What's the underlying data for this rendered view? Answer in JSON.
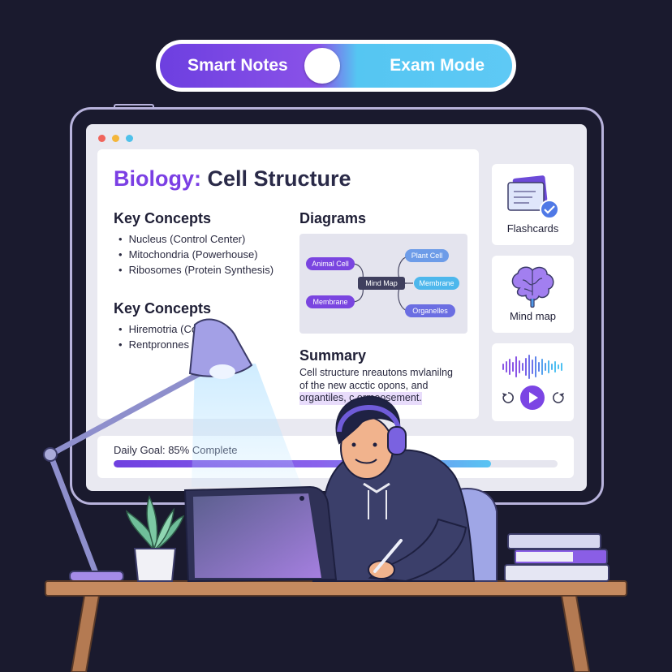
{
  "toggle": {
    "left_label": "Smart Notes",
    "right_label": "Exam Mode"
  },
  "course": {
    "title_subject": "Biology:",
    "title_topic": "Cell Structure"
  },
  "key_concepts_1": {
    "heading": "Key Concepts",
    "items": [
      "Nucleus (Control Center)",
      "Mitochondria (Powerhouse)",
      "Ribosomes (Protein Synthesis)"
    ]
  },
  "key_concepts_2": {
    "heading": "Key Concepts",
    "items": [
      "Hiremotria (Co",
      "Rentpronnes (F"
    ]
  },
  "diagrams": {
    "heading": "Diagrams",
    "center": "Mind Map",
    "nodes": {
      "animal_cell": "Animal Cell",
      "membrane_left": "Membrane",
      "plant_cell": "Plant Cell",
      "membrane_right": "Membrane",
      "organelles": "Organelles"
    }
  },
  "summary": {
    "heading": "Summary",
    "lines": [
      "Cell structure nreautons mvlanilng",
      "of the new acctic opons, and",
      "organtiles, c         ormoosement."
    ]
  },
  "side_cards": [
    {
      "label": "Flashcards",
      "icon": "flashcards-icon"
    },
    {
      "label": "Mind map",
      "icon": "brain-icon"
    },
    {
      "label": "",
      "icon": "audio-waveform-icon"
    }
  ],
  "goal": {
    "text": "Daily Goal: 85% Complete",
    "progress": 0.85
  },
  "colors": {
    "accent_purple": "#7b3fe4",
    "accent_blue": "#5ec9f5",
    "background": "#1a1a2e"
  }
}
